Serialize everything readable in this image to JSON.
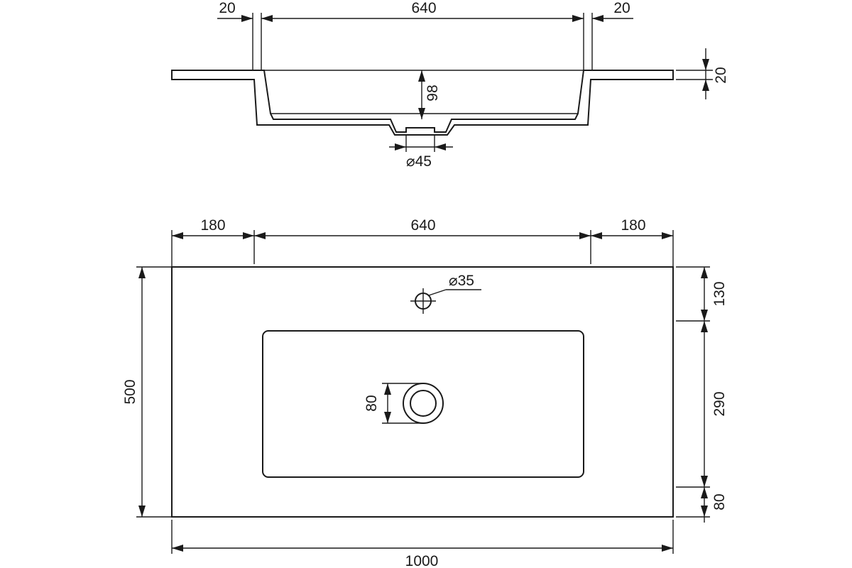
{
  "section_view": {
    "top_left_rim": "20",
    "top_basin_width": "640",
    "top_right_rim": "20",
    "slab_thickness": "20",
    "bowl_depth": "98",
    "drain_diameter": "⌀45"
  },
  "plan_view": {
    "left_margin": "180",
    "basin_width": "640",
    "right_margin": "180",
    "tap_hole_diameter": "⌀35",
    "tap_offset": "130",
    "basin_depth": "290",
    "front_margin": "80",
    "overall_depth": "500",
    "drain_size": "80",
    "overall_width": "1000"
  }
}
